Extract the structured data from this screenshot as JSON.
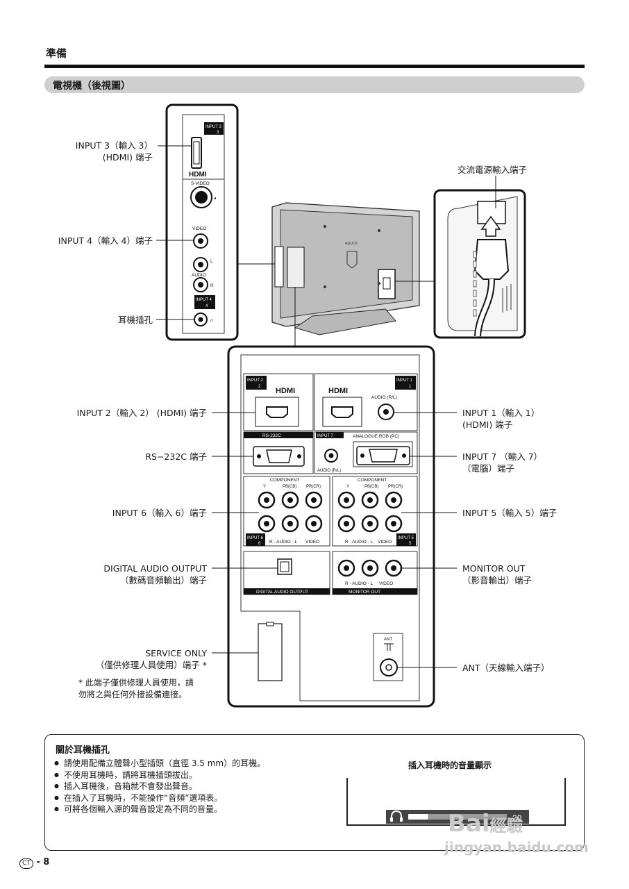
{
  "header": {
    "section": "準備",
    "subsection": "電視機（後視圖）"
  },
  "side_panel": {
    "input3_tag": "INPUT 3",
    "input3_num": "3",
    "hdmi_logo": "HDMI",
    "svideo": "S-VIDEO",
    "video": "VIDEO",
    "audio_l": "L",
    "audio": "AUDIO",
    "audio_r": "R",
    "input4_tag": "INPUT 4",
    "input4_num": "4"
  },
  "main_panel": {
    "input2_tag": "INPUT 2",
    "input2_num": "2",
    "input1_tag": "INPUT 1",
    "input1_num": "1",
    "hdmi_logo": "HDMI",
    "audio_rl": "AUDIO (R/L)",
    "rs232c": "RS-232C",
    "input7_tag": "INPUT 7",
    "analogue_rgb": "ANALOGUE RGB (PC)",
    "audio_rl2": "AUDIO (R/L)",
    "component": "COMPONENT",
    "comp_y": "Y",
    "comp_pb": "PB(CB)",
    "comp_pr": "PR(CR)",
    "raudiol": "R - AUDIO - L",
    "video": "VIDEO",
    "input6_tag": "INPUT 6",
    "input6_num": "6",
    "input5_tag": "INPUT 5",
    "input5_num": "5",
    "digital_audio_output": "DIGITAL AUDIO OUTPUT",
    "monitor_out": "MONITOR OUT",
    "ant": "ANT",
    "tv_brand": "AQUOS"
  },
  "callouts": {
    "input3": [
      "INPUT 3（輸入 3）",
      "(HDMI) 端子"
    ],
    "input4": "INPUT 4（輸入 4）端子",
    "headphone": "耳機插孔",
    "ac_input": "交流電源輸入端子",
    "input2": "INPUT 2（輸入 2） (HDMI) 端子",
    "rs232c": "RS−232C 端子",
    "input6": "INPUT 6（輸入 6）端子",
    "digital_out": [
      "DIGITAL AUDIO OUTPUT",
      "（數碼音頻輸出）端子"
    ],
    "service": [
      "SERVICE ONLY",
      "（僅供修理人員使用）端子 *"
    ],
    "service_note": [
      "* 此端子僅供修理人員使用，請",
      "勿將之與任何外接設備連接。"
    ],
    "input1": [
      "INPUT 1（輸入 1）",
      "(HDMI) 端子"
    ],
    "input7": [
      "INPUT 7 （輸入 7）",
      "（電腦）端子"
    ],
    "input5": "INPUT 5（輸入 5）端子",
    "monitor_out": [
      "MONITOR OUT",
      "（影音輸出）端子"
    ],
    "ant": "ANT（天線輸入端子）"
  },
  "headphone_box": {
    "title": "關於耳機插孔",
    "bullets": [
      "請使用配備立體聲小型插頭（直徑 3.5 mm）的耳機。",
      "不使用耳機時，請將耳機插頭拔出。",
      "插入耳機後，音箱就不會發出聲音。",
      "在插入了耳機時，不能操作“音頻”選項表。",
      "可將各個輸入源的聲音設定為不同的音量。"
    ],
    "volume_title": "插入耳機時的音量顯示",
    "volume_value": "20",
    "volume_level": 0.2
  },
  "footer": {
    "region_badge": "CT",
    "page_number": "- 8"
  },
  "watermark": {
    "brand": "Bai",
    "brand2": "經驗",
    "url": "jingyan.baidu.com"
  }
}
